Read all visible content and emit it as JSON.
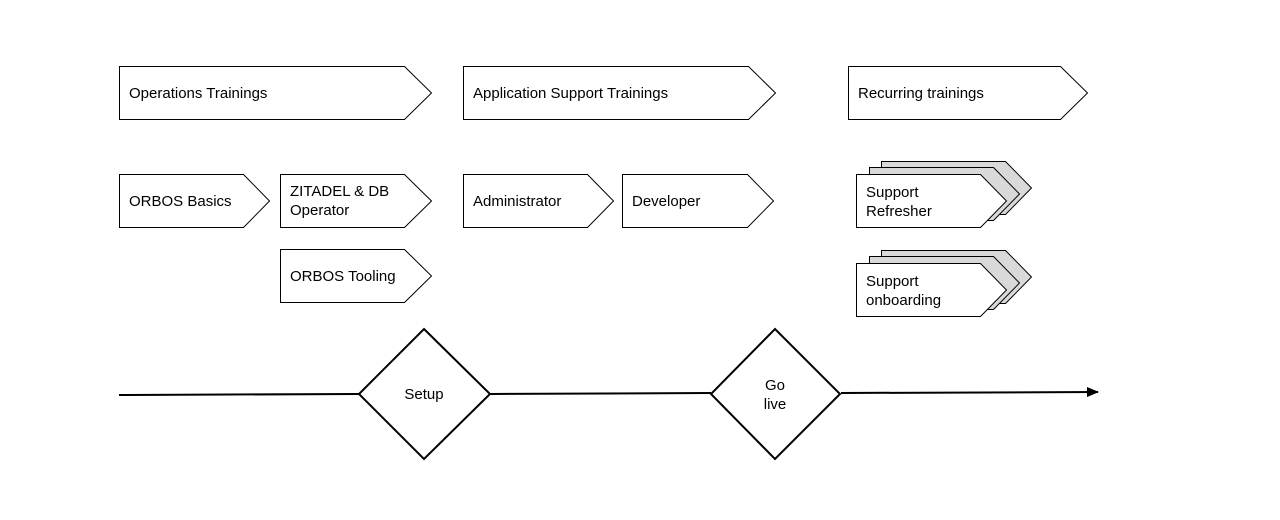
{
  "phases": {
    "operations": "Operations Trainings",
    "application_support": "Application Support Trainings",
    "recurring": "Recurring trainings"
  },
  "trainings": {
    "orbos_basics": "ORBOS Basics",
    "zitadel_line1": "ZITADEL & DB",
    "zitadel_line2": "Operator",
    "orbos_tooling": "ORBOS Tooling",
    "administrator": "Administrator",
    "developer": "Developer",
    "support_refresher_line1": "Support",
    "support_refresher_line2": "Refresher",
    "support_onboarding_line1": "Support",
    "support_onboarding_line2": "onboarding"
  },
  "milestones": {
    "setup": "Setup",
    "go_live_line1": "Go",
    "go_live_line2": "live"
  }
}
